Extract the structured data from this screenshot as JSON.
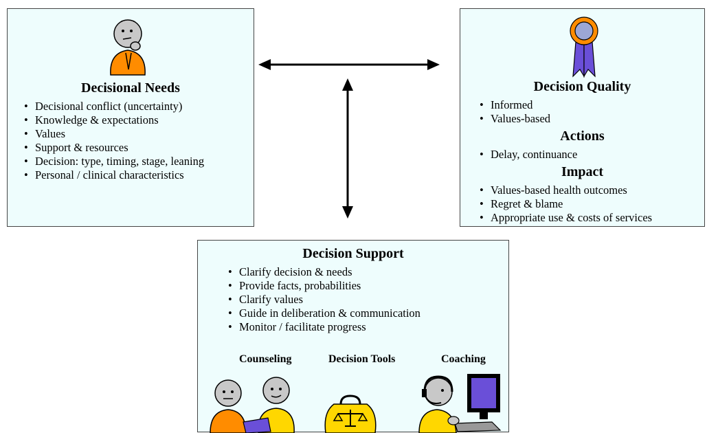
{
  "needs": {
    "title": "Decisional Needs",
    "items": [
      "Decisional conflict (uncertainty)",
      "Knowledge & expectations",
      "Values",
      "Support & resources",
      "Decision: type, timing, stage, leaning",
      "Personal / clinical characteristics"
    ]
  },
  "quality": {
    "title": "Decision Quality",
    "items": [
      "Informed",
      "Values-based"
    ],
    "actions_title": "Actions",
    "actions_items": [
      "Delay, continuance"
    ],
    "impact_title": "Impact",
    "impact_items": [
      "Values-based health outcomes",
      "Regret & blame",
      "Appropriate use & costs of services"
    ]
  },
  "support": {
    "title": "Decision Support",
    "items": [
      "Clarify decision & needs",
      "Provide facts, probabilities",
      "Clarify values",
      "Guide in deliberation & communication",
      "Monitor / facilitate progress"
    ],
    "tools": [
      "Counseling",
      "Decision Tools",
      "Coaching"
    ]
  },
  "colors": {
    "box_fill": "#eefdfd",
    "orange": "#ff8c00",
    "yellow": "#ffd700",
    "purple": "#6a4fd8",
    "face": "#c8c8c8"
  }
}
